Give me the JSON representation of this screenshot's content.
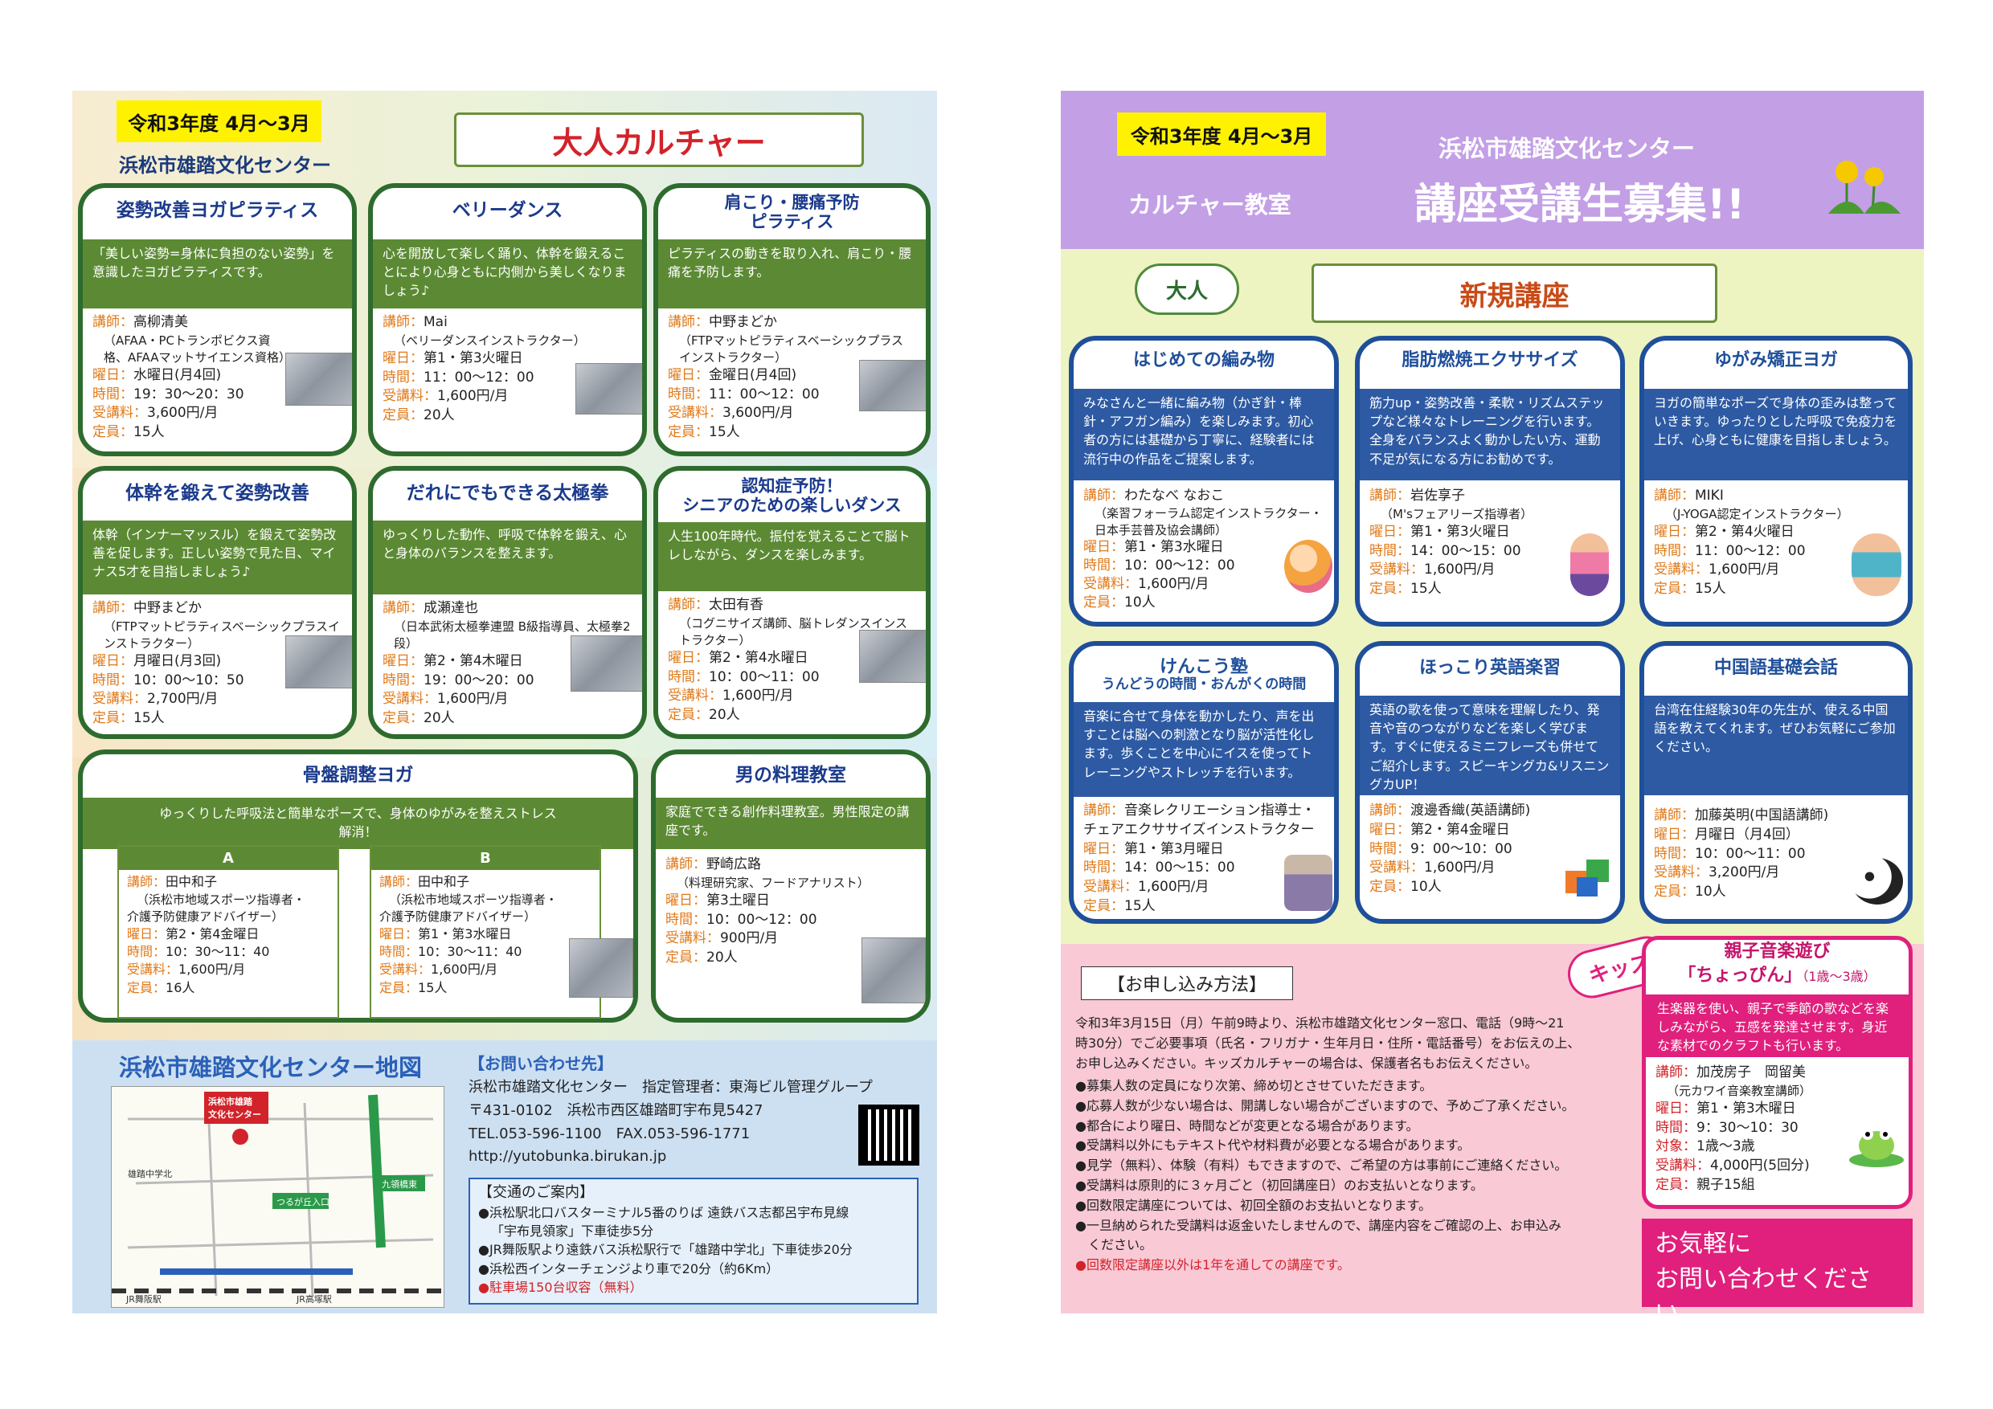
{
  "left": {
    "year_tag": "令和3年度 4月〜3月",
    "center_name": "浜松市雄踏文化センター",
    "section_title": "大人カルチャー",
    "labels": {
      "teacher": "講師：",
      "day": "曜日：",
      "time": "時間：",
      "fee": "受講料：",
      "capacity": "定員："
    },
    "courses": [
      {
        "title": "姿勢改善ヨガピラティス",
        "title2": "",
        "desc": "「美しい姿勢=身体に負担のない姿勢」を意識したヨガピラティスです。",
        "teacher": "高柳清美",
        "teacher_note": "（AFAA・PCトランポビクス資格、AFAAマットサイエンス資格）",
        "day": "水曜日(月4回)",
        "time": "19：30〜20：30",
        "fee": "3,600円/月",
        "capacity": "15人"
      },
      {
        "title": "ベリーダンス",
        "title2": "",
        "desc": "心を開放して楽しく踊り、体幹を鍛えることにより心身ともに内側から美しくなりましょう♪",
        "teacher": "Mai",
        "teacher_note": "（ベリーダンスインストラクター）",
        "day": "第1・第3火曜日",
        "time": "11：00〜12：00",
        "fee": "1,600円/月",
        "capacity": "20人"
      },
      {
        "title": "肩こり・腰痛予防",
        "title2": "ピラティス",
        "desc": "ピラティスの動きを取り入れ、肩こり・腰痛を予防します。",
        "teacher": "中野まどか",
        "teacher_note": "（FTPマットピラティスベーシックプラスインストラクター）",
        "day": "金曜日(月4回)",
        "time": "11：00〜12：00",
        "fee": "3,600円/月",
        "capacity": "15人"
      },
      {
        "title": "体幹を鍛えて姿勢改善",
        "title2": "",
        "desc": "体幹（インナーマッスル）を鍛えて姿勢改善を促します。正しい姿勢で見た目、マイナス5才を目指しましょう♪",
        "teacher": "中野まどか",
        "teacher_note": "（FTPマットピラティスベーシックプラスインストラクター）",
        "day": "月曜日(月3回)",
        "time": "10：00〜10：50",
        "fee": "2,700円/月",
        "capacity": "15人"
      },
      {
        "title": "だれにでもできる太極拳",
        "title2": "",
        "desc": "ゆっくりした動作、呼吸で体幹を鍛え、心と身体のバランスを整えます。",
        "teacher": "成瀬達也",
        "teacher_note": "（日本武術太極拳連盟 B級指導員、太極拳2段）",
        "day": "第2・第4木曜日",
        "time": "19：00〜20：00",
        "fee": "1,600円/月",
        "capacity": "20人"
      },
      {
        "title": "認知症予防！",
        "title2": "シニアのための楽しいダンス",
        "desc": "人生100年時代。振付を覚えることで脳トレしながら、ダンスを楽しみます。",
        "teacher": "太田有香",
        "teacher_note": "（コグニサイズ講師、脳トレダンスインストラクター）",
        "day": "第2・第4水曜日",
        "time": "10：00〜11：00",
        "fee": "1,600円/月",
        "capacity": "20人"
      }
    ],
    "kotsuban": {
      "title": "骨盤調整ヨガ",
      "desc": "ゆっくりした呼吸法と簡単なポーズで、身体のゆがみを整えストレス解消！",
      "a": {
        "head": "A",
        "teacher": "田中和子",
        "note1": "（浜松市地域スポーツ指導者・",
        "note2": "介護予防健康アドバイザー）",
        "day": "第2・第4金曜日",
        "time": "10：30〜11：40",
        "fee": "1,600円/月",
        "capacity": "16人"
      },
      "b": {
        "head": "B",
        "teacher": "田中和子",
        "note1": "（浜松市地域スポーツ指導者・",
        "note2": "介護予防健康アドバイザー）",
        "day": "第1・第3水曜日",
        "time": "10：30〜11：40",
        "fee": "1,600円/月",
        "capacity": "15人"
      }
    },
    "cooking": {
      "title": "男の料理教室",
      "desc": "家庭でできる創作料理教室。男性限定の講座です。",
      "teacher": "野崎広路",
      "teacher_note": "（料理研究家、フードアナリスト）",
      "day": "第3土曜日",
      "time": "10：00〜12：00",
      "fee": "900円/月",
      "capacity": "20人"
    },
    "map_title": "浜松市雄踏文化センター地図",
    "map_labels": [
      "浜松市雄踏",
      "文化センター",
      "つるが丘入口",
      "雄踏中学北",
      "九領橋東",
      "JR舞阪駅",
      "JR高塚駅"
    ],
    "contact": {
      "head": "【お問い合わせ先】",
      "line1": "浜松市雄踏文化センター　指定管理者：東海ビル管理グループ",
      "line2": "〒431-0102　浜松市西区雄踏町宇布見5427",
      "line3": "TEL.053-596-1100　FAX.053-596-1771",
      "line4": "http://yutobunka.birukan.jp"
    },
    "transport": {
      "head": "【交通のご案内】",
      "l1": "●浜松駅北口バスターミナル5番のりば 遠鉄バス志都呂宇布見線",
      "l1b": "「宇布見領家」下車徒歩5分",
      "l2": "●JR舞阪駅より遠鉄バス浜松駅行で「雄踏中学北」下車徒歩20分",
      "l3": "●浜松西インターチェンジより車で20分（約6Km）",
      "l4": "●駐車場150台収容（無料）"
    }
  },
  "right": {
    "year_tag": "令和3年度 4月〜3月",
    "culture_label": "カルチャー教室",
    "center_name": "浜松市雄踏文化センター",
    "headline": "講座受講生募集!!",
    "adult_tag": "大人",
    "new_title": "新規講座",
    "kids_tag": "キッズ",
    "labels": {
      "teacher": "講師：",
      "day": "曜日：",
      "time": "時間：",
      "fee": "受講料：",
      "capacity": "定員：",
      "target": "対象："
    },
    "courses": [
      {
        "title": "はじめての編み物",
        "title2": "",
        "desc": "みなさんと一緒に編み物（かぎ針・棒針・アフガン編み）を楽しみます。初心者の方には基礎から丁寧に、経験者には流行中の作品をご提案します。",
        "teacher": "わたなべ なおこ",
        "teacher_note": "（楽習フォーラム認定インストラクター・日本手芸普及協会講師）",
        "day": "第1・第3水曜日",
        "time": "10：00〜12：00",
        "fee": "1,600円/月",
        "capacity": "10人"
      },
      {
        "title": "脂肪燃焼エクササイズ",
        "title2": "",
        "desc": "筋力up・姿勢改善・柔軟・リズムステップなど様々なトレーニングを行います。全身をバランスよく動かしたい方、運動不足が気になる方にお勧めです。",
        "teacher": "岩佐享子",
        "teacher_note": "（M'sフェアリーズ指導者）",
        "day": "第1・第3火曜日",
        "time": "14：00〜15：00",
        "fee": "1,600円/月",
        "capacity": "15人"
      },
      {
        "title": "ゆがみ矯正ヨガ",
        "title2": "",
        "desc": "ヨガの簡単なポーズで身体の歪みは整っていきます。ゆったりとした呼吸で免疫力を上げ、心身ともに健康を目指しましょう。",
        "teacher": "MIKI",
        "teacher_note": "（J-YOGA認定インストラクター）",
        "day": "第2・第4火曜日",
        "time": "11：00〜12：00",
        "fee": "1,600円/月",
        "capacity": "15人"
      },
      {
        "title": "けんこう塾",
        "title2": "うんどうの時間・おんがくの時間",
        "desc": "音楽に合せて身体を動かしたり、声を出すことは脳への刺激となり脳が活性化します。歩くことを中心にイスを使ってトレーニングやストレッチを行います。",
        "teacher": "音楽レクリエーション指導士・",
        "teacher_note": "チェアエクササイズインストラクター",
        "day": "第1・第3月曜日",
        "time": "14：00〜15：00",
        "fee": "1,600円/月",
        "capacity": "15人"
      },
      {
        "title": "ほっこり英語楽習",
        "title2": "",
        "desc": "英語の歌を使って意味を理解したり、発音や音のつながりなどを楽しく学びます。すぐに使えるミニフレーズも併せてご紹介します。スピーキングカ&リスニングカUP！",
        "teacher": "渡邊香織(英語講師)",
        "teacher_note": "",
        "day": "第2・第4金曜日",
        "time": "9：00〜10：00",
        "fee": "1,600円/月",
        "capacity": "10人"
      },
      {
        "title": "中国語基礎会話",
        "title2": "",
        "desc": "台湾在住経験30年の先生が、使える中国語を教えてくれます。ぜひお気軽にご参加ください。",
        "teacher": "加藤英明(中国語講師)",
        "teacher_note": "",
        "day": "月曜日（月4回）",
        "time": "10：00〜11：00",
        "fee": "3,200円/月",
        "capacity": "10人"
      }
    ],
    "apply_head": "【お申し込み方法】",
    "apply_text": [
      "令和3年3月15日（月）午前9時より、浜松市雄踏文化センター窓口、電話（9時〜21",
      "時30分）でご必要事項（氏名・フリガナ・生年月日・住所・電話番号）をお伝えの上、",
      "お申し込みください。キッズカルチャーの場合は、保護者名もお伝えください。"
    ],
    "notes": [
      "●募集人数の定員になり次第、締め切とさせていただきます。",
      "●応募人数が少ない場合は、開講しない場合がございますので、予めご了承ください。",
      "●都合により曜日、時間などが変更となる場合があります。",
      "●受講料以外にもテキスト代や材料費が必要となる場合があります。",
      "●見学（無料）、体験（有料）もできますので、ご希望の方は事前にご連絡ください。",
      "●受講料は原則的に３ヶ月ごと（初回講座日）のお支払いとなります。",
      "●回数限定講座については、初回全額のお支払いとなります。",
      "●一旦納められた受講料は返金いたしませんので、講座内容をご確認の上、お申込み",
      "　ください。",
      "●回数限定講座以外は1年を通しての講座です。"
    ],
    "kids": {
      "title": "親子音楽遊び",
      "name": "「ちょっぴん」",
      "age": "（1歳〜3歳）",
      "desc": "生楽器を使い、親子で季節の歌などを楽しみながら、五感を発達させます。身近な素材でのクラフトも行います。",
      "teacher": "加茂房子　岡留美",
      "teacher_note": "（元カワイ音楽教室講師）",
      "day": "第1・第3木曜日",
      "time": "9：30〜10：30",
      "target": "1歳〜3歳",
      "fee": "4,000円(5回分)",
      "capacity": "親子15組"
    },
    "cta1": "お気軽に",
    "cta2": "お問い合わせください。"
  },
  "colors": {
    "green": "#2e6b2e",
    "blue": "#1f4f9a",
    "purple": "#bf9ae3",
    "pink": "#f8c6d6",
    "magenta": "#e0207c"
  }
}
